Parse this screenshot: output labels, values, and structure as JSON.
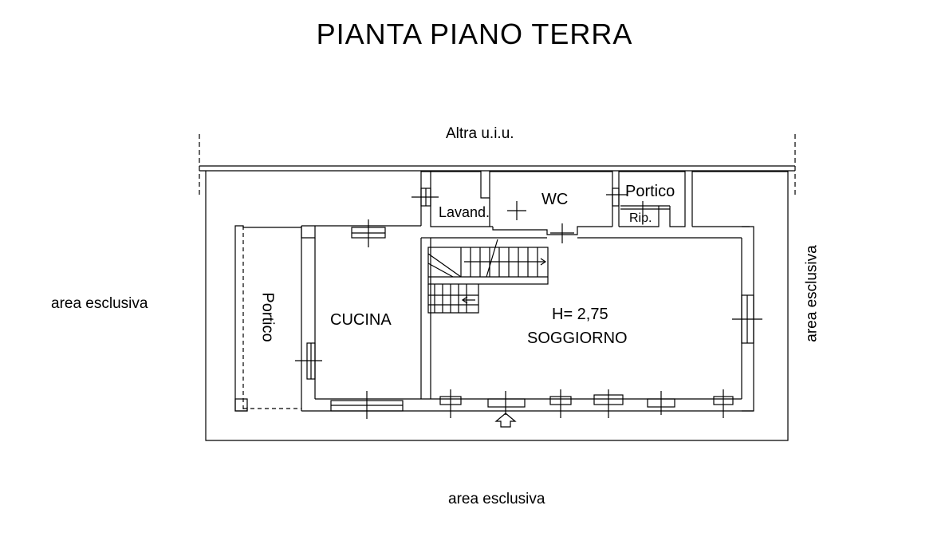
{
  "title": "PIANTA PIANO TERRA",
  "labels": {
    "neighbor_top": "Altra u.i.u.",
    "area_left": "area esclusiva",
    "area_right": "area esclusiva",
    "area_bottom": "area esclusiva",
    "portico_left": "Portico",
    "cucina": "CUCINA",
    "lavanderia": "Lavand.",
    "wc": "WC",
    "portico_top": "Portico",
    "ripostiglio": "Rip.",
    "height": "H= 2,75",
    "soggiorno": "SOGGIORNO"
  },
  "colors": {
    "line": "#000000",
    "background": "#ffffff"
  }
}
